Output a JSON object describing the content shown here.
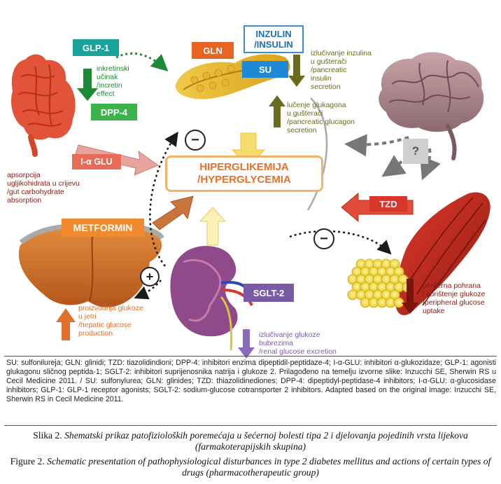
{
  "drugs": {
    "glp1": "GLP-1",
    "dpp4": "DPP-4",
    "iaglu": "I-α GLU",
    "metformin": "METFORMIN",
    "gln": "GLN",
    "su": "SU",
    "sglt2": "SGLT-2",
    "tzd": "TZD",
    "insulin": [
      "INZULIN",
      "/INSULIN"
    ]
  },
  "center": [
    "HIPERGLIKEMIJA",
    "/HYPERGLYCEMIA"
  ],
  "signs": {
    "minus": "−",
    "plus": "+",
    "question": "?"
  },
  "labels": {
    "incretin": [
      "inkretinski",
      "učinak",
      "/incretin",
      "effect"
    ],
    "absorption": [
      "apsorpcija",
      "ugljikohidrata u crijevu",
      "/gut carbohydrate",
      "absorption"
    ],
    "insulin_secretion": [
      "izlučivanje inzulina",
      "u gušterači",
      "/pancreatic",
      "insulin",
      "secretion"
    ],
    "glucagon_secretion": [
      "lučenje glukagona",
      "u gušterači",
      "/pancreatic glucagon",
      "secretion"
    ],
    "hepatic": [
      "proizvodnja glukoze",
      "u jetri",
      "/hepatic glucose",
      "production"
    ],
    "renal": [
      "izlučivanje glukoze",
      "bubrezima",
      "/renal glucose excretion"
    ],
    "peripheral": [
      "periferna pohrana",
      "i korištenje glukoze",
      "/peripheral glucose",
      "uptake"
    ]
  },
  "legend": "SU: sulfonilureja; GLN: glinidi; TZD: tiazolidindioni; DPP-4: inhibitori enzima dipeptidil-peptidaze-4; I-α-GLU: inhibitori α-glukozidaze; GLP-1: agonisti glukagonu sličnog peptida-1; SGLT-2: inhibitori suprijenosnika natrija i glukoze 2. Prilagođeno na temelju izvorne slike: Inzucchi SE, Sherwin RS u Cecil Medicine 2011. / SU: sulfonylurea; GLN: glinides; TZD: thiazolidinediones; DPP-4: dipeptidyl-peptidase-4 inhibitors; I-α-GLU: α-glucosidase inhibitors; GLP-1: GLP-1 receptor agonists; SGLT-2: sodium-glucose cotransporter 2 inhibitors. Adapted based on the original image: Inzucchi SE, Sherwin RS in Cecil Medicine 2011.",
  "caption_hr": {
    "label": "Slika 2.",
    "text": "Shematski prikaz patofizioloških poremećaja u šećernoj bolesti tipa 2 i djelovanja pojedinih vrsta lijekova (farmakoterapijskih skupina)"
  },
  "caption_en": {
    "label": "Figure 2.",
    "text": "Schematic presentation of pathophysiological disturbances in type 2 diabetes mellitus and actions of certain types of drugs (pharmacotherapeutic group)"
  },
  "colors": {
    "teal": "#1aa39a",
    "green": "#2e9a3e",
    "orange": "#e8702a",
    "brown": "#b86a2b",
    "olive": "#6b6b1e",
    "purple": "#7a5aa6",
    "red": "#d9362b",
    "blue": "#1e8ad6",
    "darkred": "#8a1a12"
  }
}
